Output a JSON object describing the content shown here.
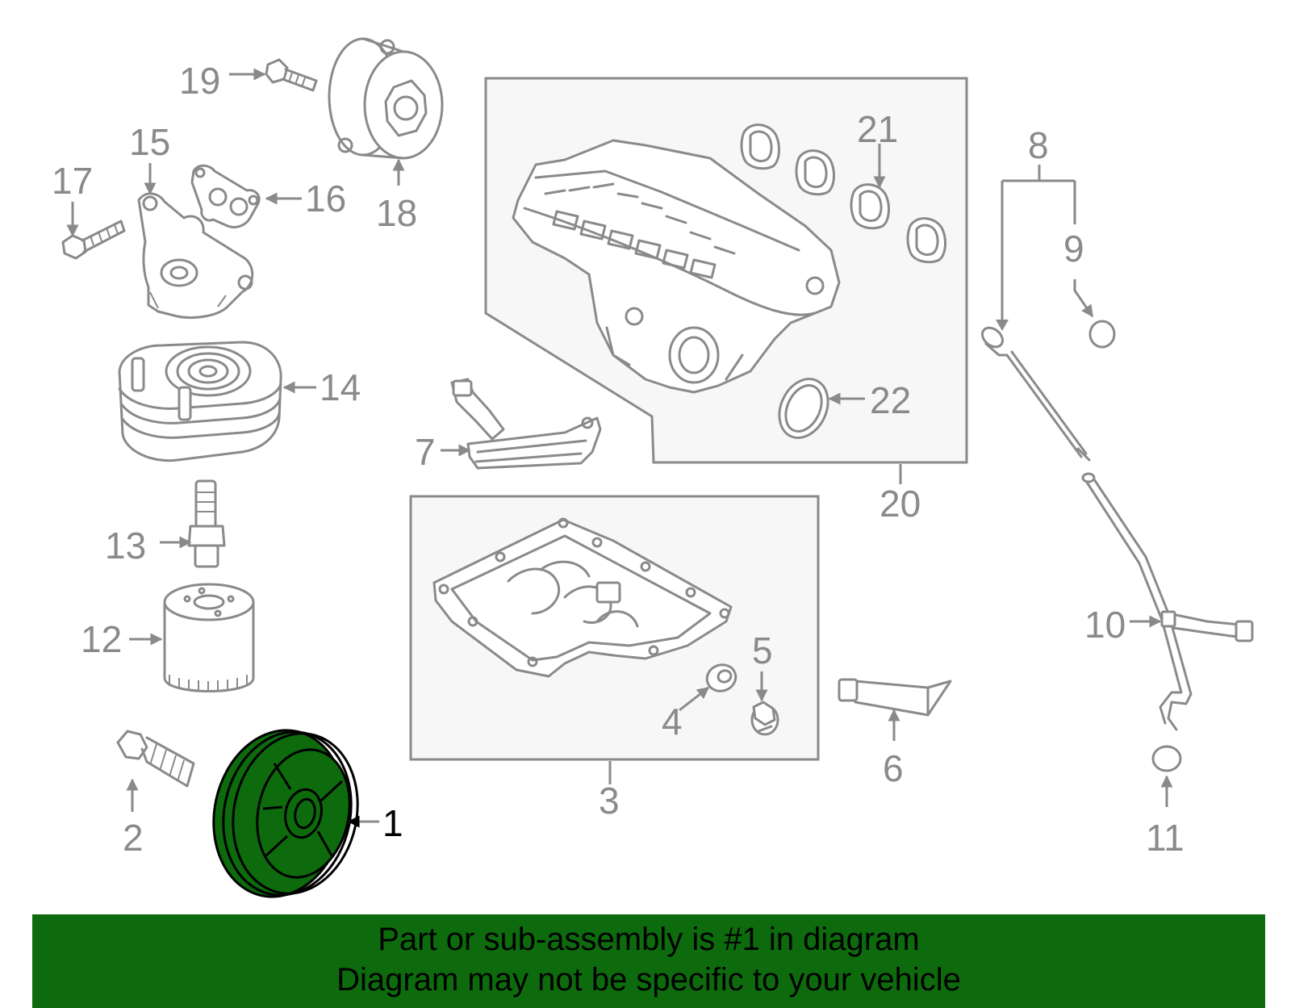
{
  "callouts": {
    "c1": "1",
    "c2": "2",
    "c3": "3",
    "c4": "4",
    "c5": "5",
    "c6": "6",
    "c7": "7",
    "c8": "8",
    "c9": "9",
    "c10": "10",
    "c11": "11",
    "c12": "12",
    "c13": "13",
    "c14": "14",
    "c15": "15",
    "c16": "16",
    "c17": "17",
    "c18": "18",
    "c19": "19",
    "c20": "20",
    "c21": "21",
    "c22": "22"
  },
  "banner": {
    "line1": "Part or sub-assembly is #1 in diagram",
    "line2": "Diagram may not be specific to your vehicle"
  },
  "colors": {
    "highlight": "#0d6b0d",
    "lineart": "#8a8a8a",
    "banner_bg": "#0d6b0d"
  }
}
